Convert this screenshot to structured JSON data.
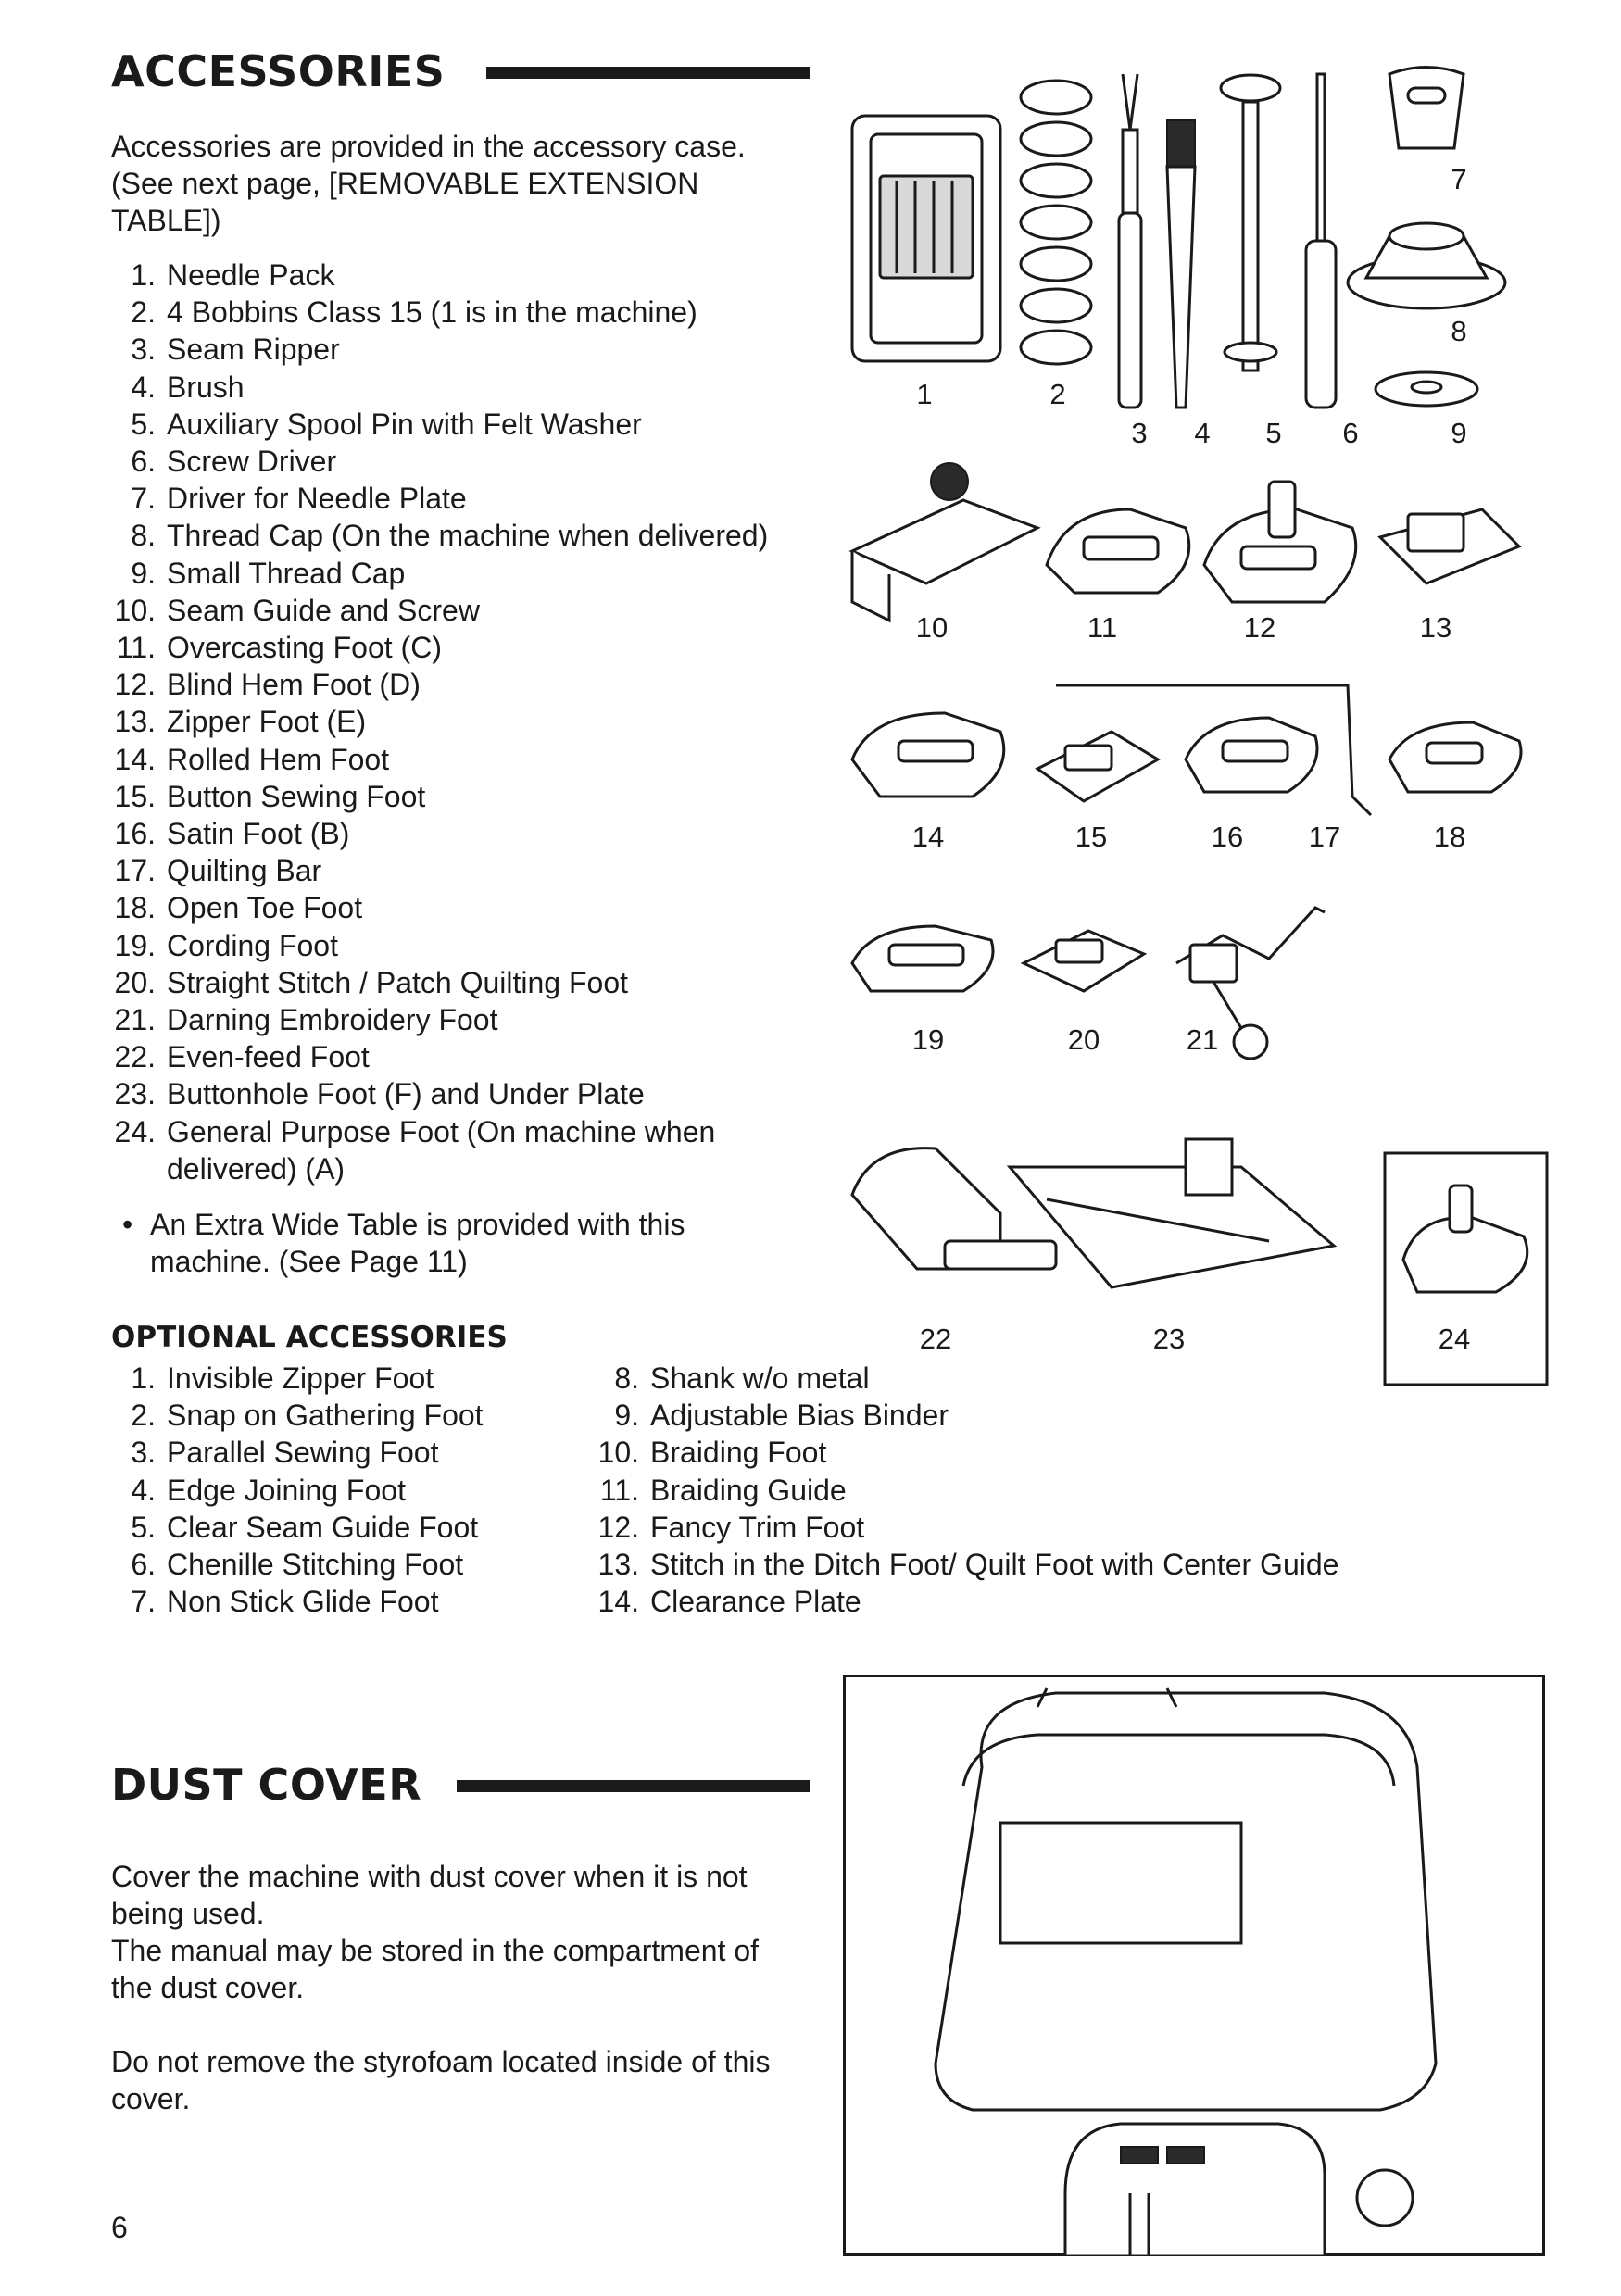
{
  "accessories": {
    "heading": "ACCESSORIES",
    "intro_lines": [
      "Accessories are provided in the accessory case.",
      "(See next page, [REMOVABLE EXTENSION",
      "TABLE])"
    ],
    "items": [
      {
        "num": "1.",
        "text": "Needle Pack"
      },
      {
        "num": "2.",
        "text": "4 Bobbins Class 15 (1 is in the machine)"
      },
      {
        "num": "3.",
        "text": "Seam Ripper"
      },
      {
        "num": "4.",
        "text": "Brush"
      },
      {
        "num": "5.",
        "text": "Auxiliary Spool Pin with Felt Washer"
      },
      {
        "num": "6.",
        "text": "Screw Driver"
      },
      {
        "num": "7.",
        "text": "Driver for Needle Plate"
      },
      {
        "num": "8.",
        "text": "Thread Cap (On the machine when delivered)"
      },
      {
        "num": "9.",
        "text": "Small Thread Cap"
      },
      {
        "num": "10.",
        "text": "Seam Guide and Screw"
      },
      {
        "num": "11.",
        "text": "Overcasting Foot (C)"
      },
      {
        "num": "12.",
        "text": "Blind Hem Foot (D)"
      },
      {
        "num": "13.",
        "text": "Zipper Foot (E)"
      },
      {
        "num": "14.",
        "text": "Rolled Hem Foot"
      },
      {
        "num": "15.",
        "text": "Button Sewing Foot"
      },
      {
        "num": "16.",
        "text": "Satin Foot (B)"
      },
      {
        "num": "17.",
        "text": "Quilting Bar"
      },
      {
        "num": "18.",
        "text": "Open Toe Foot"
      },
      {
        "num": "19.",
        "text": "Cording Foot"
      },
      {
        "num": "20.",
        "text": "Straight Stitch / Patch Quilting Foot"
      },
      {
        "num": "21.",
        "text": "Darning Embroidery Foot"
      },
      {
        "num": "22.",
        "text": "Even-feed Foot"
      },
      {
        "num": "23.",
        "text": "Buttonhole Foot (F) and Under Plate"
      },
      {
        "num": "24.",
        "text": "General Purpose Foot (On machine when delivered) (A)"
      }
    ],
    "bullet_mark": "•",
    "bullet_text": "An Extra Wide Table is provided with this machine. (See Page 11)",
    "figure_labels": [
      "1",
      "2",
      "3",
      "4",
      "5",
      "6",
      "7",
      "8",
      "9",
      "10",
      "11",
      "12",
      "13",
      "14",
      "15",
      "16",
      "17",
      "18",
      "19",
      "20",
      "21",
      "22",
      "23",
      "24"
    ]
  },
  "optional": {
    "heading": "OPTIONAL ACCESSORIES",
    "col1": [
      {
        "num": "1.",
        "text": "Invisible Zipper Foot"
      },
      {
        "num": "2.",
        "text": "Snap on Gathering Foot"
      },
      {
        "num": "3.",
        "text": "Parallel Sewing Foot"
      },
      {
        "num": "4.",
        "text": "Edge Joining Foot"
      },
      {
        "num": "5.",
        "text": "Clear Seam Guide Foot"
      },
      {
        "num": "6.",
        "text": "Chenille Stitching Foot"
      },
      {
        "num": "7.",
        "text": "Non Stick Glide Foot"
      }
    ],
    "col2": [
      {
        "num": "8.",
        "text": "Shank w/o metal"
      },
      {
        "num": "9.",
        "text": "Adjustable Bias Binder"
      },
      {
        "num": "10.",
        "text": "Braiding Foot"
      },
      {
        "num": "11.",
        "text": "Braiding Guide"
      },
      {
        "num": "12.",
        "text": "Fancy Trim Foot"
      },
      {
        "num": "13.",
        "text": "Stitch in the Ditch Foot/ Quilt Foot with Center Guide"
      },
      {
        "num": "14.",
        "text": "Clearance Plate"
      }
    ]
  },
  "dust_cover": {
    "heading": "DUST COVER",
    "para1_lines": [
      "Cover the machine with dust cover when it is not",
      "being used."
    ],
    "para2_lines": [
      "The manual may be stored in the compartment of",
      "the dust cover."
    ],
    "para3_lines": [
      "Do not remove the styrofoam located inside of this",
      "cover."
    ]
  },
  "page_number": "6"
}
